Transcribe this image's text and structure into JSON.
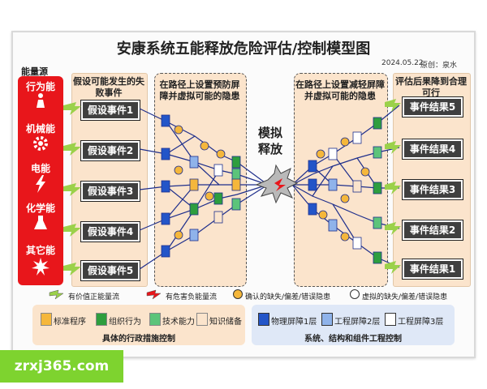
{
  "title": "安康系统五能释放危险评估/控制模型图",
  "meta": {
    "date": "2024.05.22",
    "author": "原创：泉水"
  },
  "energy_sources": {
    "heading": "能量源",
    "items": [
      {
        "label": "行为能",
        "icon": "person-icon"
      },
      {
        "label": "机械能",
        "icon": "gear-icon"
      },
      {
        "label": "电能",
        "icon": "lightning-icon"
      },
      {
        "label": "化学能",
        "icon": "flask-icon"
      },
      {
        "label": "其它能",
        "icon": "burst-icon"
      }
    ]
  },
  "left_panel": {
    "header": "假设可能发生的失败事件",
    "events": [
      "假设事件1",
      "假设事件2",
      "假设事件3",
      "假设事件4",
      "假设事件5"
    ]
  },
  "left_barrier": {
    "header": "在路径上设置预防屏障并虚拟可能的隐患"
  },
  "center": {
    "label": "模拟释放"
  },
  "right_barrier": {
    "header": "在路径上设置减轻屏障并虚拟可能的隐患"
  },
  "right_panel": {
    "header": "评估后果降到合理可行",
    "results": [
      "事件结果5",
      "事件结果4",
      "事件结果3",
      "事件结果2",
      "事件结果1"
    ]
  },
  "legend": [
    {
      "icon": "valuable-energy-flow-icon",
      "text": "有价值正能量流"
    },
    {
      "icon": "harmful-energy-flow-icon",
      "text": "有危害负能量流"
    },
    {
      "icon": "confirmed-defect-icon",
      "text": "确认的缺失/偏差/错误隐患"
    },
    {
      "icon": "virtual-defect-icon",
      "text": "虚拟的缺失/偏差/错误隐患"
    }
  ],
  "bottom_left": {
    "items": [
      {
        "text": "标准程序",
        "color": "#f5b73b"
      },
      {
        "text": "组织行为",
        "color": "#2e9e3e"
      },
      {
        "text": "技术能力",
        "color": "#5cc47a"
      },
      {
        "text": "知识储备",
        "color": "#fbe4cc"
      }
    ],
    "caption": "具体的行政措施控制"
  },
  "bottom_right": {
    "items": [
      {
        "text": "物理屏障1层",
        "color": "#2355c8"
      },
      {
        "text": "工程屏障2层",
        "color": "#8fb3ea"
      },
      {
        "text": "工程屏障3层",
        "color": "#ffffff"
      }
    ],
    "caption": "系统、结构和组件工程控制"
  },
  "watermark": "zrxj365.com",
  "colors": {
    "red": "#e8161b",
    "panel": "#fbe4cc",
    "dark_box": "#3f3f3f",
    "blue_dark": "#2355c8",
    "blue_light": "#8fb3ea",
    "green": "#2e9e3e",
    "green_light": "#5cc47a",
    "yellow": "#f5b73b"
  }
}
